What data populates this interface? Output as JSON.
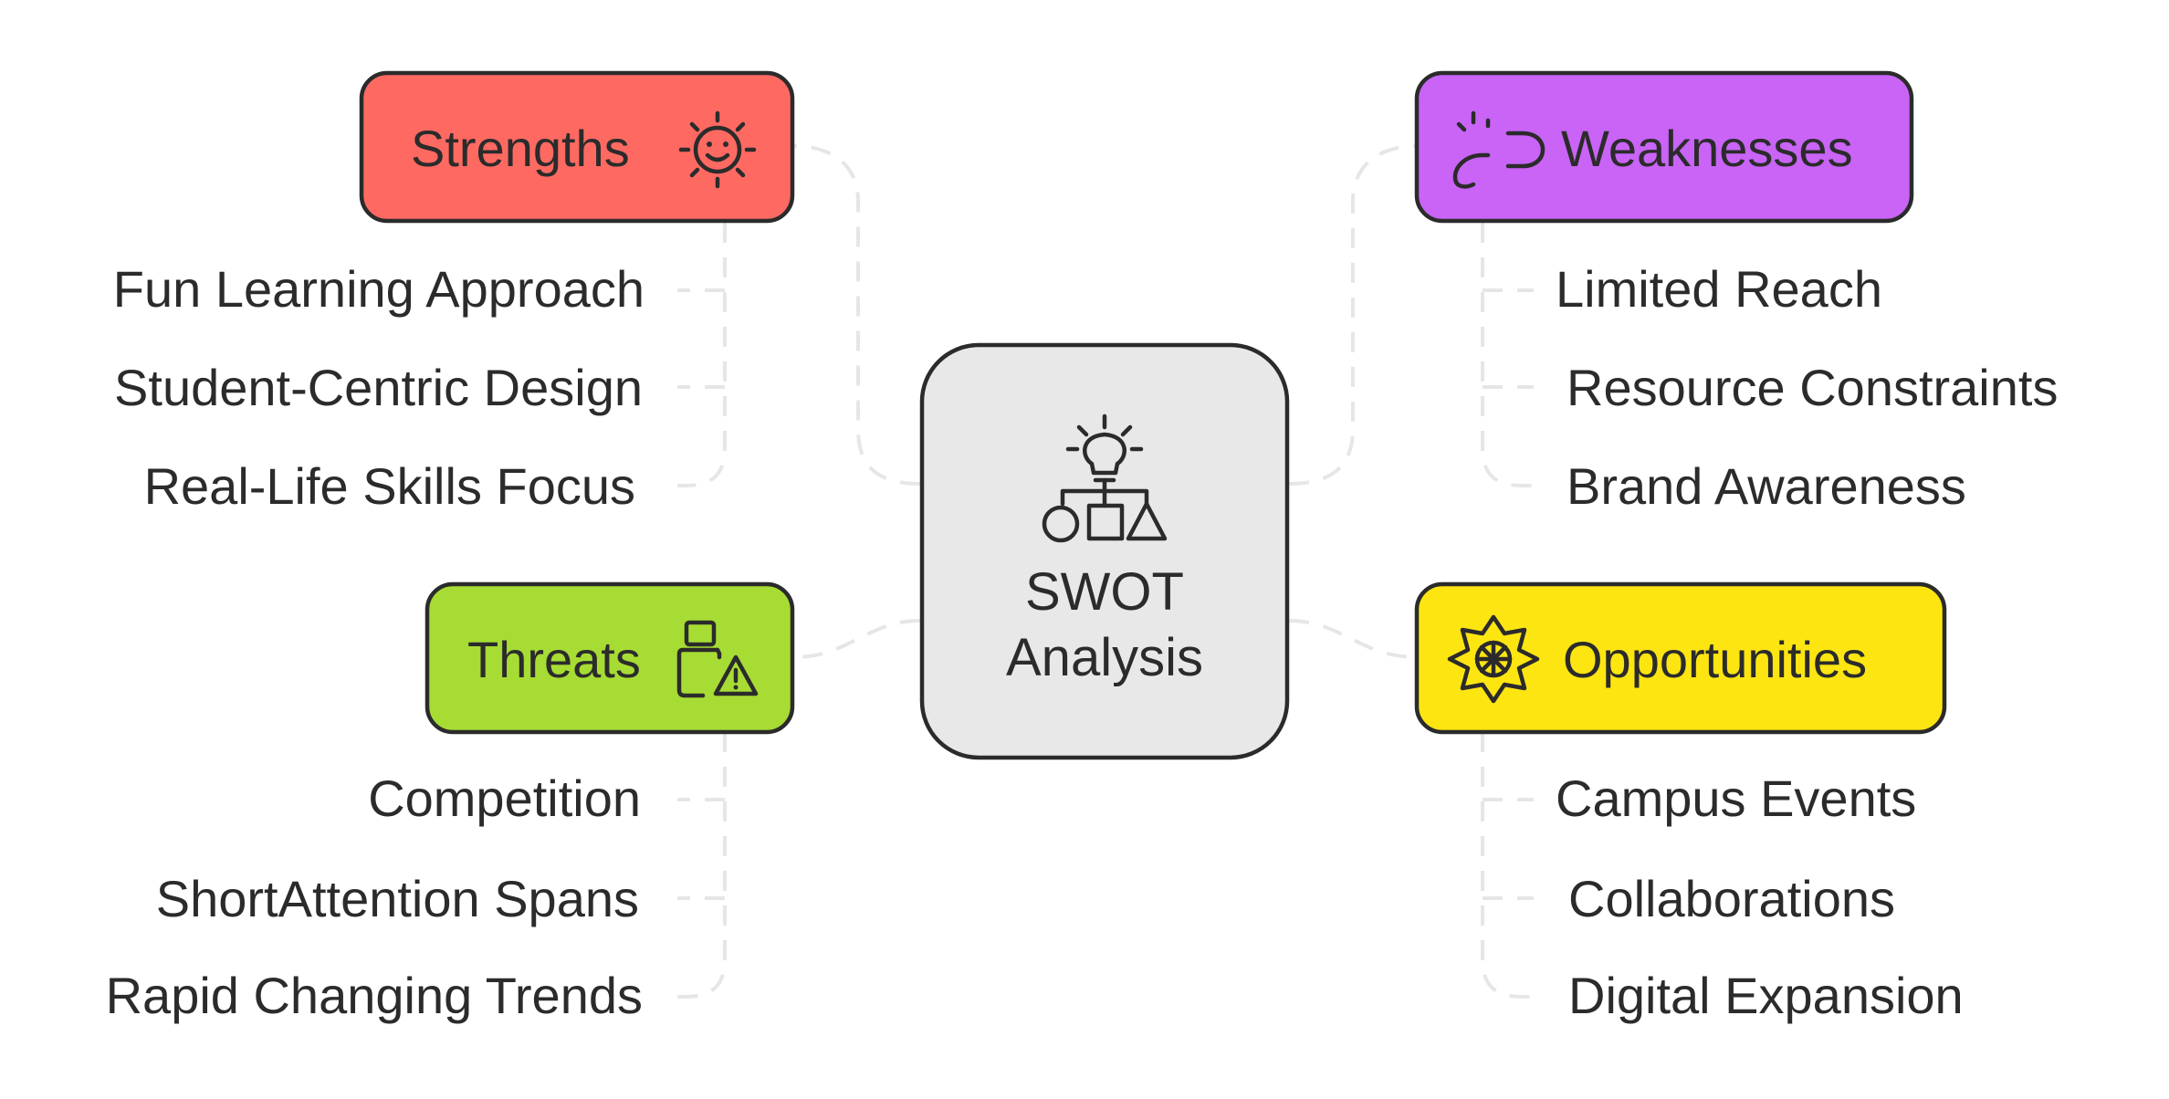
{
  "center": {
    "line1": "SWOT",
    "line2": "Analysis",
    "icon": "lightbulb-shapes-icon",
    "color": "#e8e8e8"
  },
  "strengths": {
    "label": "Strengths",
    "icon": "smiling-sun-icon",
    "color": "#fe6a62",
    "items": [
      "Fun Learning Approach",
      "Student-Centric Design",
      "Real-Life Skills Focus"
    ]
  },
  "weaknesses": {
    "label": "Weaknesses",
    "icon": "broken-link-icon",
    "color": "#c964f6",
    "items": [
      "Limited Reach",
      "Resource Constraints",
      "Brand Awareness"
    ]
  },
  "threats": {
    "label": "Threats",
    "icon": "usb-warning-icon",
    "color": "#a7dc34",
    "items": [
      "Competition",
      "ShortAttention Spans",
      "Rapid Changing Trends"
    ]
  },
  "opportunities": {
    "label": "Opportunities",
    "icon": "mandala-burst-icon",
    "color": "#fde512",
    "items": [
      "Campus Events",
      "Collaborations",
      "Digital Expansion"
    ]
  }
}
